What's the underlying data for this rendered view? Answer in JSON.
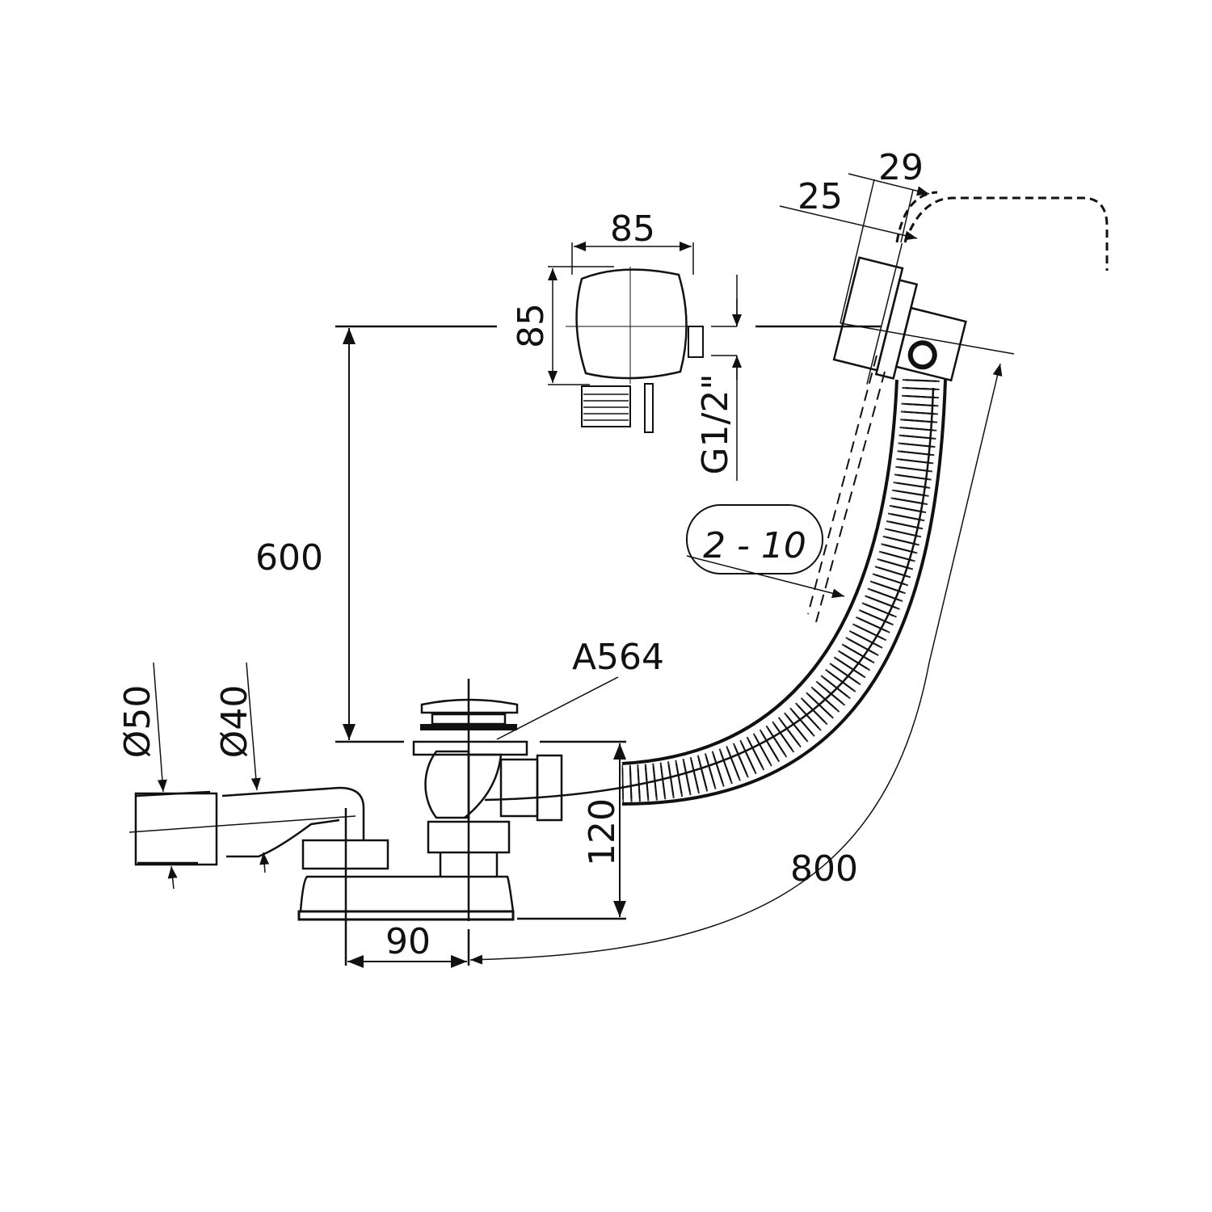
{
  "drawing": {
    "part_code": "A564",
    "dimensions": {
      "overflow_offset_a": "29",
      "overflow_offset_b": "25",
      "cover_width": "85",
      "cover_height": "85",
      "thread": "G1/2\"",
      "wall_thickness_range": "2 - 10",
      "overflow_height": "600",
      "outlet_diameter_large": "Ø50",
      "outlet_diameter_small": "Ø40",
      "drain_height": "120",
      "hose_length": "800",
      "trap_offset": "90"
    },
    "line_color": "#111111"
  }
}
